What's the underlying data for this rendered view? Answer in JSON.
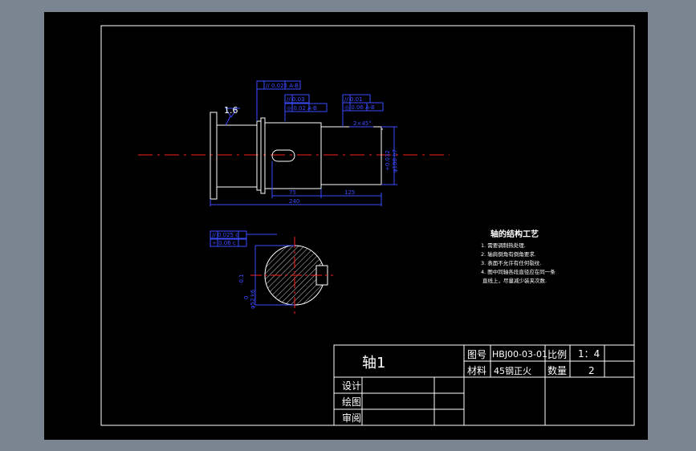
{
  "drawing": {
    "roughness_symbol": "1.6",
    "tolerances": {
      "tol_top_left_1": "// 0.025 A-B",
      "tol_mid_1": "// 0.03",
      "tol_mid_2": "◎ 0.02 A-B",
      "tol_right_1": "// 0.01",
      "tol_right_2": "◎ 0.06 A-B",
      "tol_section_1": "// 0.025 c",
      "tol_section_2": "÷ 0.06 c"
    },
    "dimensions": {
      "dim_chamfer": "2×45°",
      "dim_diam_end": "+0.032",
      "dim_diam_end_2": "φ100 h7",
      "dim_75": "75",
      "dim_125": "125",
      "dim_240": "240",
      "dim_section_dia": "φ52 k6",
      "dim_section_dia_2": "0",
      "dim_key": "-0.1"
    },
    "notes_title": "轴的结构工艺",
    "notes": [
      "1. 需要调制热处理.",
      "2. 轴肩倒角有倒角要求.",
      "3. 表面不允许有任何裂纹.",
      "4. 图中同轴各段直径应在同一条",
      "直线上，尽量减少装夹次数."
    ]
  },
  "title_block": {
    "part_name": "轴1",
    "drawing_no_label": "图号",
    "drawing_no": "HBJ00-03-01",
    "scale_label": "比例",
    "scale": "1：4",
    "material_label": "材料",
    "material": "45钢正火",
    "quantity_label": "数量",
    "quantity": "2",
    "design_label": "设计",
    "draw_label": "绘图",
    "review_label": "审阅"
  }
}
